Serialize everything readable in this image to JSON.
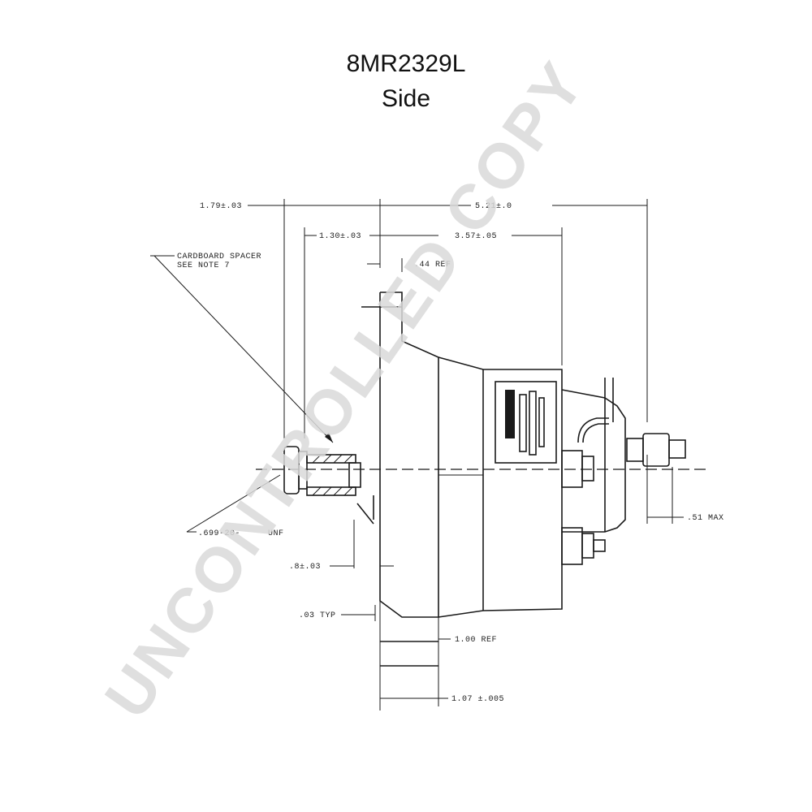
{
  "header": {
    "title": "8MR2329L",
    "subtitle": "Side"
  },
  "dimensions": {
    "d1": "1.79±.03",
    "d2": "5.21±.0",
    "d3": "1.30±.03",
    "d4": "3.57±.05",
    "d5": ".44 REF",
    "d6": ".51 MAX",
    "d7": ".699-20-",
    "d8": "UNF",
    "d9": ".8±.03",
    "d10": ".03 TYP",
    "d11": "1.00 REF",
    "d12": "1.07 ±.005"
  },
  "notes": {
    "line1": "CARDBOARD SPACER",
    "line2": "SEE NOTE 7"
  },
  "watermark": "UNCONTROLLED COPY"
}
